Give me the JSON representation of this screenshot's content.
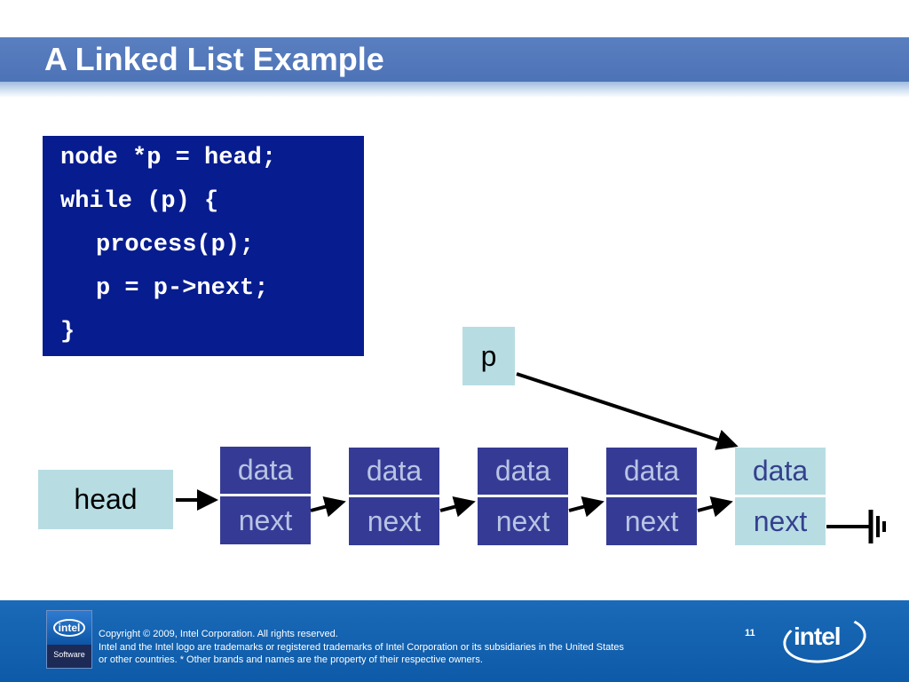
{
  "slide": {
    "title": "A Linked List Example",
    "page_number": "11"
  },
  "code": {
    "lines": [
      "node *p = head;",
      "while (p) {",
      "process(p);",
      "p = p->next;",
      "}"
    ]
  },
  "diagram": {
    "head_label": "head",
    "pointer_label": "p",
    "nodes": [
      {
        "data": "data",
        "next": "next"
      },
      {
        "data": "data",
        "next": "next"
      },
      {
        "data": "data",
        "next": "next"
      },
      {
        "data": "data",
        "next": "next"
      },
      {
        "data": "data",
        "next": "next"
      }
    ],
    "current_node_index": 4
  },
  "footer": {
    "copyright_line1": "Copyright © 2009, Intel Corporation. All rights reserved.",
    "copyright_line2": "Intel and the Intel logo are trademarks or registered trademarks of Intel Corporation or its subsidiaries in the United States",
    "copyright_line3": "or other countries. * Other brands and names are the property of their respective owners.",
    "logo_left_text": "intel",
    "logo_left_sub": "Software",
    "logo_right_text": "intel"
  },
  "colors": {
    "title_bar": "#4d73b7",
    "code_bg": "#071c8f",
    "node_dark": "#353b95",
    "node_light": "#b7dde3",
    "footer_bg": "#0d5aa8"
  }
}
